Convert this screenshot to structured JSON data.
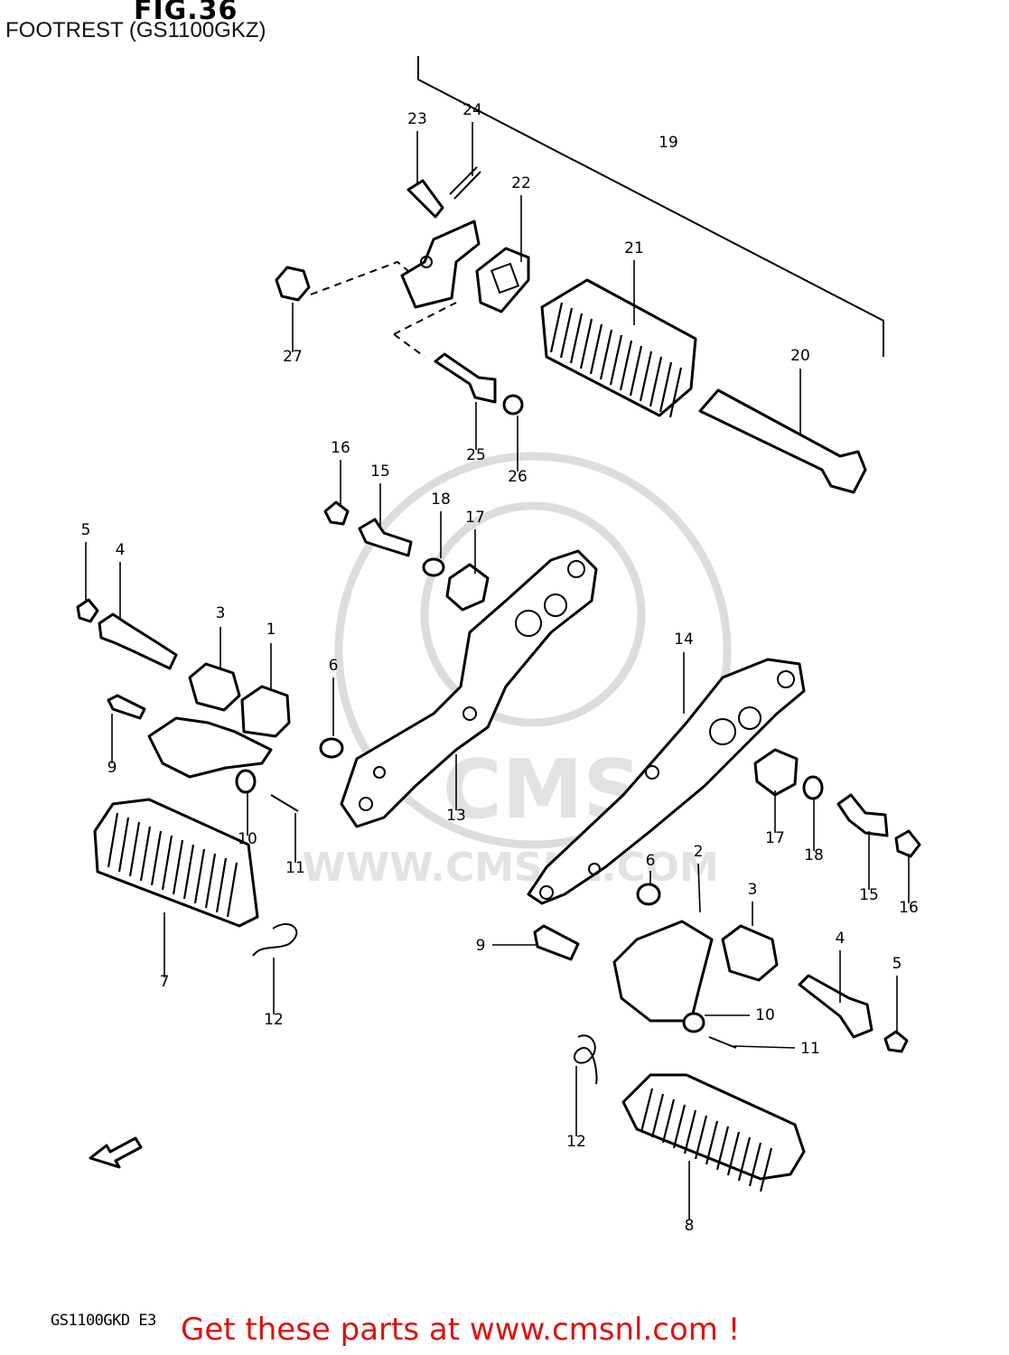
{
  "figure": {
    "title": "FIG.36",
    "subtitle": "FOOTREST (GS1100GKZ)",
    "model_code": "GS1100GKD E3",
    "cta": "Get these parts at www.cmsnl.com !"
  },
  "watermark": {
    "brand": "CMS",
    "url": "WWW.CMSNL.COM"
  },
  "callouts": [
    "1",
    "2",
    "3",
    "3",
    "4",
    "4",
    "5",
    "5",
    "6",
    "6",
    "7",
    "8",
    "9",
    "9",
    "10",
    "10",
    "11",
    "11",
    "12",
    "12",
    "13",
    "14",
    "15",
    "15",
    "16",
    "16",
    "17",
    "17",
    "18",
    "18",
    "19",
    "20",
    "21",
    "22",
    "23",
    "24",
    "25",
    "26",
    "27"
  ],
  "arrow_label": "FWD",
  "colors": {
    "ink": "#000000",
    "cta": "#e01010",
    "watermark": "#dcdcdc"
  }
}
